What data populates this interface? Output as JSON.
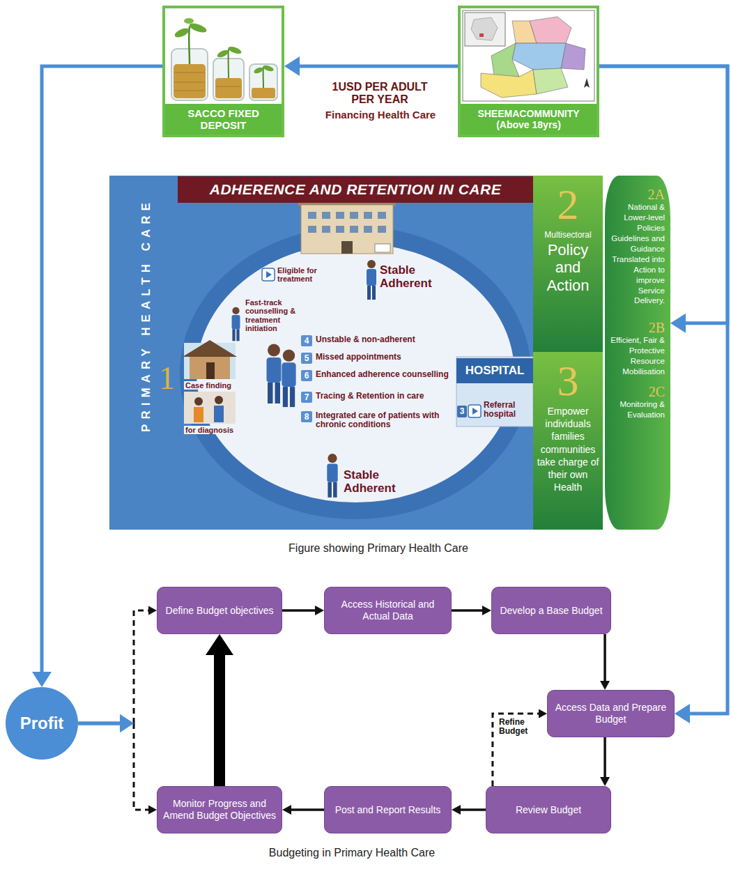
{
  "diagram": {
    "caption": "Budgeting in Primary Health Care",
    "nodes": [
      {
        "text": [
          "SACCO FIXED DEPOSIT"
        ]
      },
      {
        "text": [
          "SHEEMACOMMUNITY (Above 18yrs)"
        ]
      },
      {
        "text": [
          "ADHERENCE AND RETENTION IN CARE",
          "PRIMARY HEALTH CARE"
        ]
      },
      {
        "text": [
          "2",
          "Multisectoral",
          "Policy and Action"
        ]
      },
      {
        "text": [
          "3",
          "Empower individuals families communities take charge of their own Health"
        ]
      },
      {
        "text": [
          "2A",
          "National & Lower-level Policies Guidelines and Guidance Translated into Action to improve Service Delivery.",
          "2B",
          "Efficient, Fair & Protective Resource Mobilisation",
          "2C",
          "Monitoring & Evaluation"
        ]
      },
      {
        "text": [
          "Define Budget objectives"
        ]
      },
      {
        "text": [
          "Access Historical and Actual Data"
        ]
      },
      {
        "text": [
          "Develop a Base Budget"
        ]
      },
      {
        "text": [
          "Access Data and Prepare Budget"
        ]
      },
      {
        "text": [
          "Review Budget"
        ]
      },
      {
        "text": [
          "Post and Report Results"
        ]
      },
      {
        "text": [
          "Monitor Progress and Amend Budget Objectives"
        ]
      },
      {
        "text": [
          "Profit"
        ]
      }
    ],
    "edges": [
      {
        "from": 1,
        "to": 0,
        "arrow": "to",
        "label": "1USD PER ADULT PER YEAR"
      },
      {
        "from": 0,
        "to": 13,
        "arrow": "to"
      },
      {
        "from": 1,
        "to": 5,
        "arrow": "to"
      },
      {
        "from": 1,
        "to": 9,
        "arrow": "to"
      },
      {
        "from": 13,
        "to": 6,
        "arrow": "to"
      },
      {
        "from": 13,
        "to": 12,
        "arrow": "to"
      },
      {
        "from": 6,
        "to": 7,
        "arrow": "to"
      },
      {
        "from": 7,
        "to": 8,
        "arrow": "to"
      },
      {
        "from": 8,
        "to": 9,
        "arrow": "to"
      },
      {
        "from": 9,
        "to": 10,
        "arrow": "to"
      },
      {
        "from": 10,
        "to": 9,
        "arrow": "to",
        "label": "Refine Budget"
      },
      {
        "from": 10,
        "to": 11,
        "arrow": "to"
      },
      {
        "from": 11,
        "to": 12,
        "arrow": "to"
      },
      {
        "from": 12,
        "to": 6,
        "arrow": "to"
      }
    ],
    "labels": [
      "Financing Health Care",
      "Eligible for treatment",
      "Stable Adherent",
      "Fast-track counselling & treatment initiation",
      "1",
      "Case finding",
      "for diagnosis",
      "4",
      "Unstable & non-adherent",
      "5",
      "Missed appointments",
      "6",
      "Enhanced adherence counselling",
      "7",
      "Tracing & Retention in care",
      "8",
      "Integrated care of patients with chronic conditions",
      "HOSPITAL",
      "3",
      "Referral hospital",
      "Stable Adherent",
      "Figure showing Primary Health Care"
    ]
  }
}
